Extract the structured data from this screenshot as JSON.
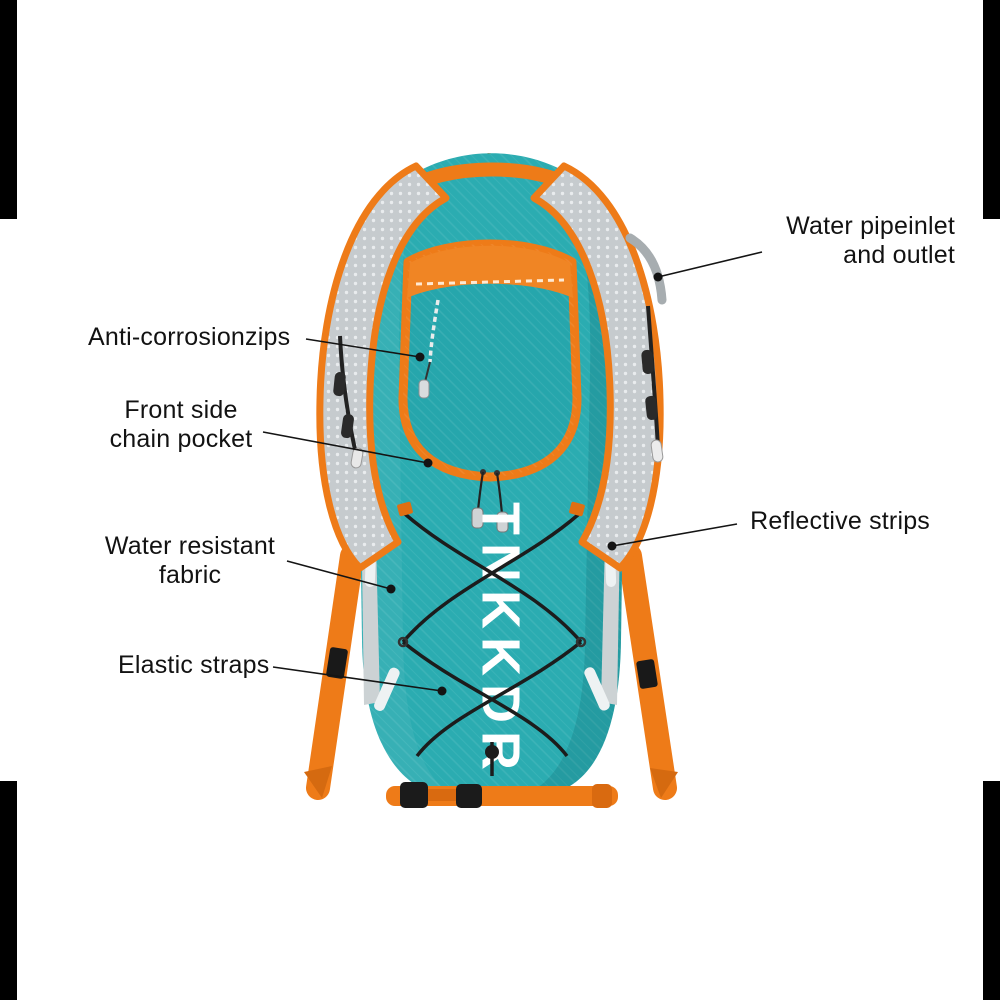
{
  "page": {
    "background": "#ffffff"
  },
  "product": {
    "brand_text": "TNKKDR",
    "colors": {
      "teal": "#2bacb1",
      "orange": "#ee7b18",
      "mesh_grey": "#c9cdd0",
      "cord_black": "#1c1c1c",
      "label_text": "#121212"
    }
  },
  "annotations": [
    {
      "name": "water-pipe-inlet-outlet",
      "lines": [
        "Water pipeinlet",
        "and outlet"
      ]
    },
    {
      "name": "anti-corrosion-zips",
      "lines": [
        "Anti-corrosionzips"
      ]
    },
    {
      "name": "front-side-chain-pocket",
      "lines": [
        "Front side",
        "chain pocket"
      ]
    },
    {
      "name": "reflective-strips",
      "lines": [
        "Reflective strips"
      ]
    },
    {
      "name": "water-resistant-fabric",
      "lines": [
        "Water  resistant",
        "fabric"
      ]
    },
    {
      "name": "elastic-straps",
      "lines": [
        "Elastic straps"
      ]
    }
  ]
}
